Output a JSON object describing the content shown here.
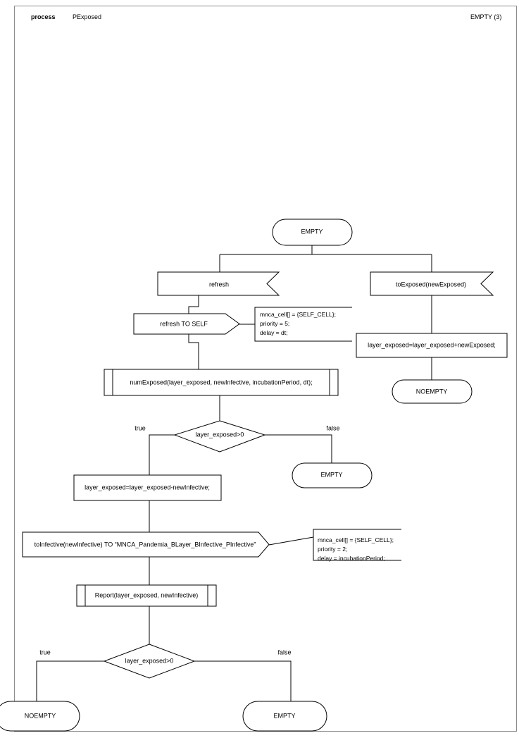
{
  "header": {
    "kind": "process",
    "name": "PExposed",
    "state": "EMPTY (3)"
  },
  "nodes": {
    "start_empty": "EMPTY",
    "msg_refresh": "refresh",
    "msg_to_exposed": "toExposed(newExposed)",
    "send_refresh_self": "refresh TO SELF",
    "assign_add_exposed": "layer_exposed=layer_exposed+newExposed;",
    "terminal_noempty_right": "NOEMPTY",
    "call_num_exposed": "numExposed(layer_exposed, newInfective, incubationPeriod, dt);",
    "decision_1": "layer_exposed>0",
    "decision_1_true": "true",
    "decision_1_false": "false",
    "terminal_empty_mid": "EMPTY",
    "assign_sub_infective": "layer_exposed=layer_exposed-newInfective;",
    "send_to_infective": "toInfective(newInfective) TO “MNCA_Pandemia_BLayer_BInfective_PInfective”",
    "call_report": "Report(layer_exposed, newInfective)",
    "decision_2": "layer_exposed>0",
    "decision_2_true": "true",
    "decision_2_false": "false",
    "terminal_noempty_bottom": "NOEMPTY",
    "terminal_empty_bottom": "EMPTY"
  },
  "notes": {
    "note_refresh": {
      "line1": "mnca_cell[] = {SELF_CELL};",
      "line2": "priority = 5;",
      "line3": "delay = dt;"
    },
    "note_infective": {
      "line1": "mnca_cell[] = {SELF_CELL};",
      "line2": "priority = 2;",
      "line3": "delay = incubationPeriod;"
    }
  },
  "colors": {
    "stroke": "#000000",
    "frame": "#8c8c8c",
    "background": "#ffffff"
  }
}
